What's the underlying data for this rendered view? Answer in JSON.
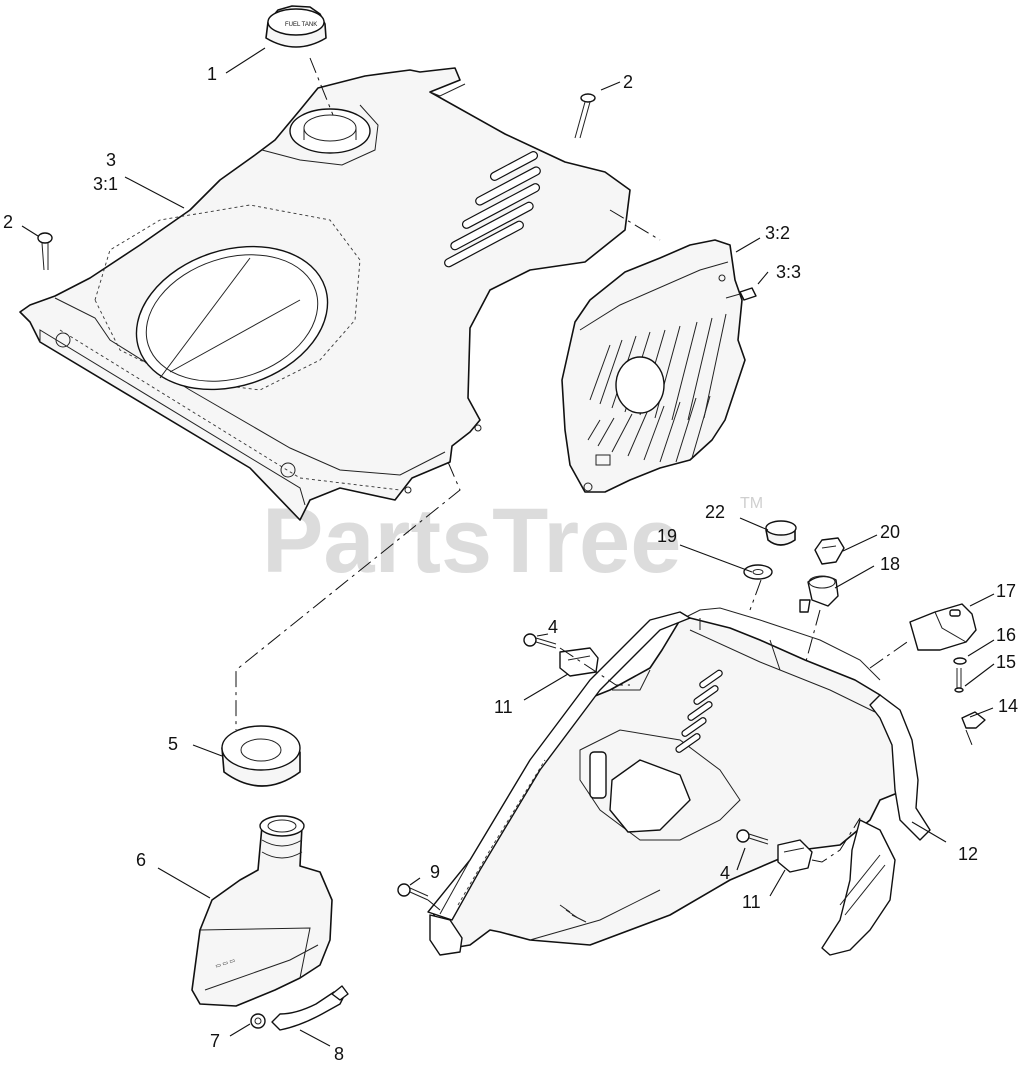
{
  "watermark": {
    "text": "PartsTree",
    "trademark": "TM"
  },
  "callouts": {
    "c1": "1",
    "c2a": "2",
    "c2b": "2",
    "c3": "3",
    "c3_1": "3:1",
    "c3_2": "3:2",
    "c3_3": "3:3",
    "c4a": "4",
    "c4b": "4",
    "c5": "5",
    "c6": "6",
    "c7": "7",
    "c8": "8",
    "c9": "9",
    "c11a": "11",
    "c11b": "11",
    "c12": "12",
    "c14": "14",
    "c15": "15",
    "c16": "16",
    "c17": "17",
    "c18": "18",
    "c19": "19",
    "c20": "20",
    "c22": "22"
  },
  "fuel_cap": {
    "label": "FUEL TANK"
  },
  "colors": {
    "ink": "#111111",
    "watermark": "#d7d7d7",
    "background": "#ffffff"
  }
}
